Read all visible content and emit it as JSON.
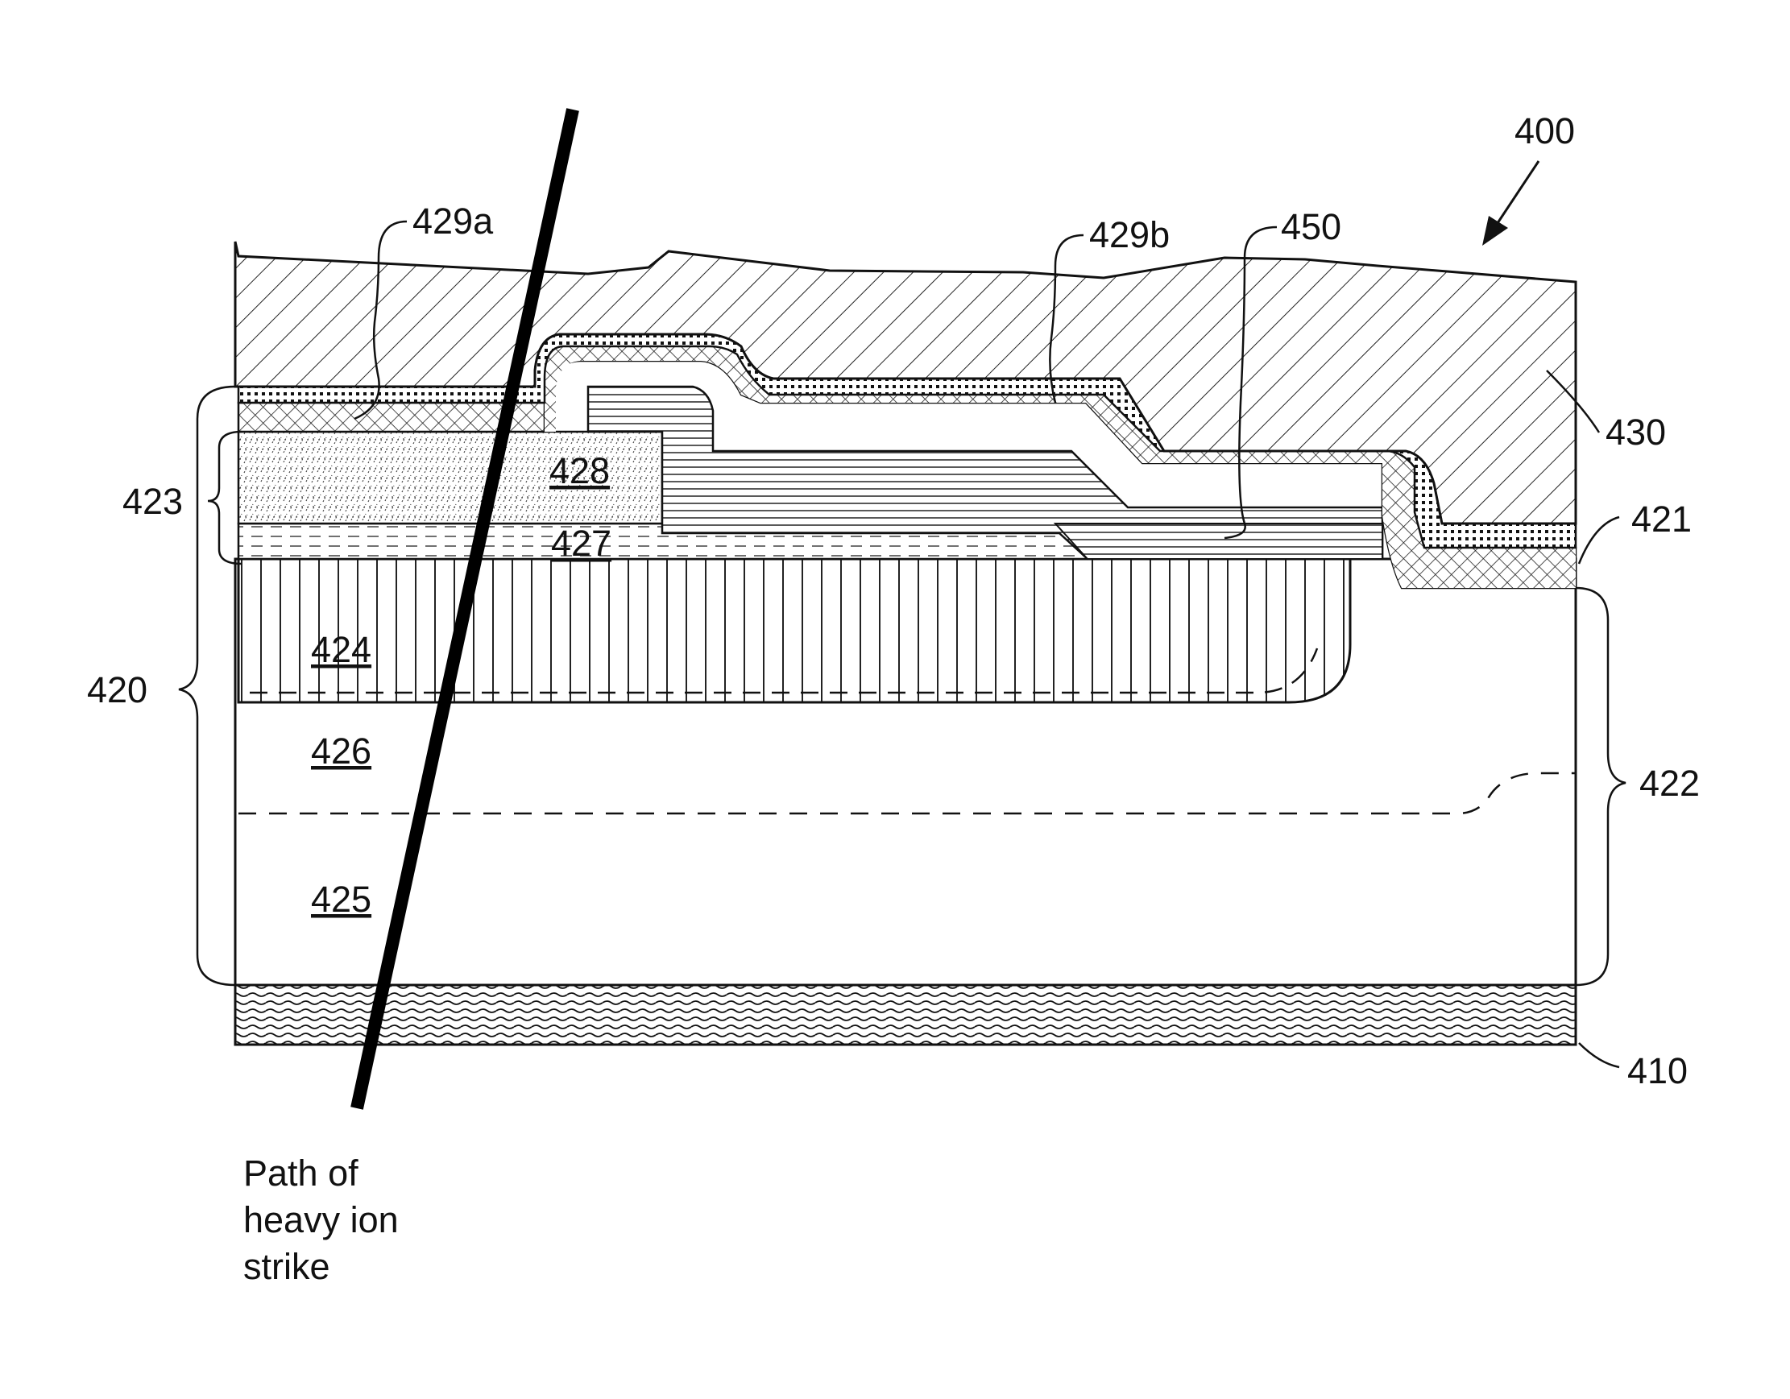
{
  "figure": {
    "ref_main": "400",
    "labels": {
      "l400": "400",
      "l429a": "429a",
      "l429b": "429b",
      "l450": "450",
      "l430": "430",
      "l421": "421",
      "l423": "423",
      "l420": "420",
      "l422": "422",
      "l410": "410",
      "l428": "428",
      "l427": "427",
      "l424": "424",
      "l426": "426",
      "l425": "425"
    },
    "caption": [
      "Path of",
      "heavy ion",
      "strike"
    ]
  }
}
